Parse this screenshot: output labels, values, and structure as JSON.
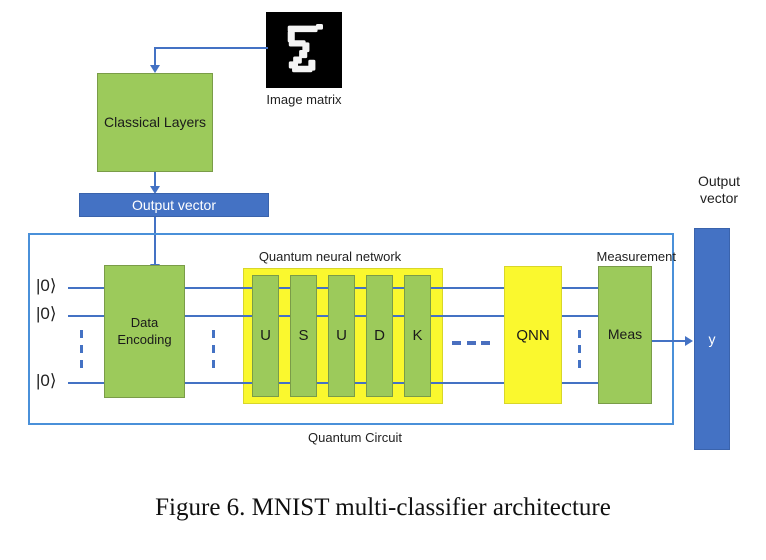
{
  "figure": {
    "caption": "Figure 6. MNIST multi-classifier architecture"
  },
  "colors": {
    "green": "#9CCA5B",
    "yellow": "#FAF82E",
    "blue": "#4472C4",
    "frame_blue": "#4A90D9",
    "black": "#000000",
    "white": "#FFFFFF"
  },
  "classical": {
    "image_label": "Image matrix",
    "image_digit": "5",
    "classical_layers_label": "Classical\nLayers",
    "output_vector_label": "Output vector"
  },
  "circuit": {
    "title": "Quantum Circuit",
    "qubits": [
      {
        "label": "|0⟩"
      },
      {
        "label": "|0⟩"
      },
      {
        "label": "|0⟩"
      }
    ],
    "data_encoding_label": "Data\nEncoding",
    "qnn_group_label": "Quantum neural network",
    "gates": [
      {
        "label": "U"
      },
      {
        "label": "S"
      },
      {
        "label": "U"
      },
      {
        "label": "D"
      },
      {
        "label": "K"
      }
    ],
    "ellipsis_dashes": 3,
    "qnn_block_label": "QNN",
    "measurement_group_label": "Measurement",
    "measurement_block_label": "Meas"
  },
  "output": {
    "title": "Output\nvector",
    "value_label": "y"
  }
}
